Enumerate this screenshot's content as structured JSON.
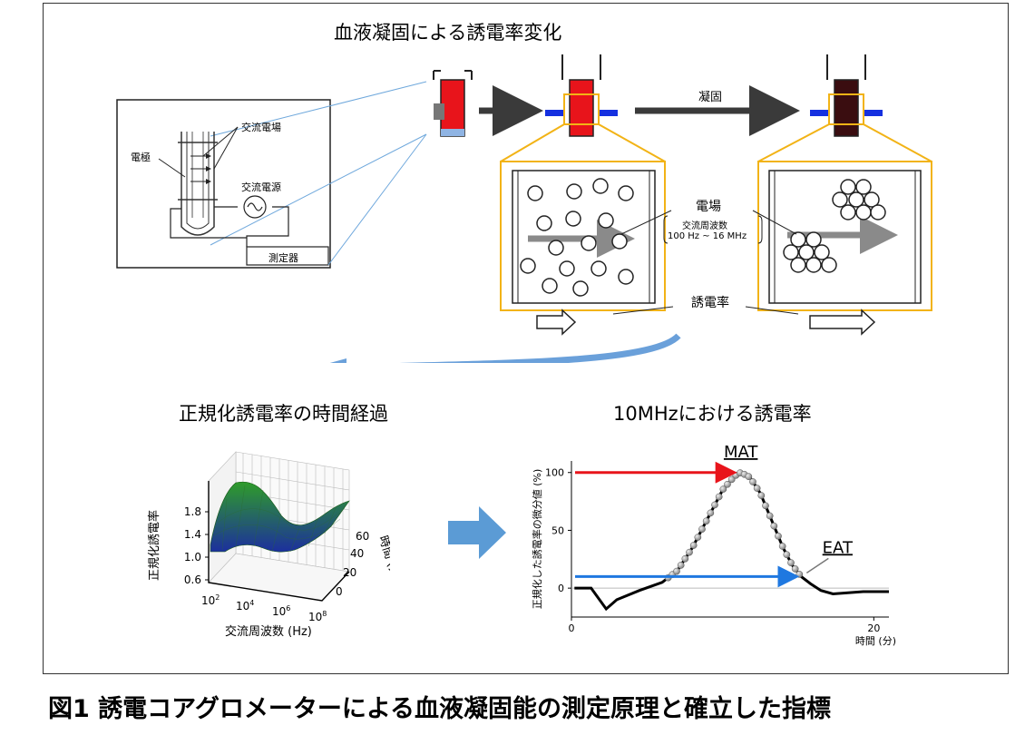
{
  "figure": {
    "top_title": "血液凝固による誘電率変化",
    "caption": "図1  誘電コアグロメーターによる血液凝固能の測定原理と確立した指標"
  },
  "apparatus": {
    "field_label": "交流電場",
    "electrode_label": "電極",
    "source_label": "交流電源",
    "meter_label": "測定器"
  },
  "process": {
    "coag_label": "凝固",
    "field_label": "電場",
    "freq_label": "交流周波数",
    "freq_range": "100 Hz ~ 16 MHz",
    "permittivity_label": "誘電率"
  },
  "surface_plot": {
    "title": "正規化誘電率の時間経過",
    "zlabel": "正規化誘電率",
    "xlabel": "交流周波数 (Hz)",
    "ylabel": "時間 (分)",
    "z_ticks": [
      "1.8",
      "1.4",
      "1.0",
      "0.6"
    ],
    "y_ticks": [
      "60",
      "40",
      "20",
      "0"
    ],
    "colors": {
      "surface_low": "#1c2f9e",
      "surface_high": "#2f9c2a"
    }
  },
  "colors": {
    "blood": "#e8141b",
    "clot": "#3a0d10",
    "electrode": "#1530e0",
    "frame": "#f2b316",
    "arrow_red": "#e8141b",
    "arrow_blue": "#1f78e0",
    "big_arrow": "#5b9bd5"
  },
  "chart_data": {
    "type": "line",
    "title": "10MHzにおける誘電率",
    "xlabel": "時間 (分)",
    "ylabel": "正規化した誘電率の微分値 (%)",
    "xlim": [
      0,
      21
    ],
    "ylim": [
      -25,
      110
    ],
    "x_ticks": [
      0,
      20
    ],
    "y_ticks": [
      0,
      50,
      100
    ],
    "annotations": [
      {
        "label": "MAT",
        "x": 11.2,
        "y": 100
      },
      {
        "label": "EAT",
        "x": 15.2,
        "y": 10
      }
    ],
    "series": [
      {
        "values": [
          [
            0.2,
            0
          ],
          [
            1.3,
            0
          ],
          [
            2.3,
            -18
          ],
          [
            3.0,
            -10
          ],
          [
            4.5,
            -2
          ],
          [
            6.0,
            5
          ],
          [
            7.0,
            15
          ],
          [
            8.0,
            35
          ],
          [
            9.0,
            60
          ],
          [
            10.0,
            85
          ],
          [
            10.8,
            97
          ],
          [
            11.2,
            100
          ],
          [
            11.8,
            96
          ],
          [
            12.5,
            82
          ],
          [
            13.2,
            60
          ],
          [
            14.0,
            35
          ],
          [
            14.6,
            20
          ],
          [
            15.2,
            10
          ],
          [
            15.8,
            4
          ],
          [
            16.5,
            -2
          ],
          [
            17.3,
            -5
          ],
          [
            18.3,
            -4
          ],
          [
            19.3,
            -3
          ],
          [
            21.0,
            -3
          ]
        ]
      }
    ]
  }
}
